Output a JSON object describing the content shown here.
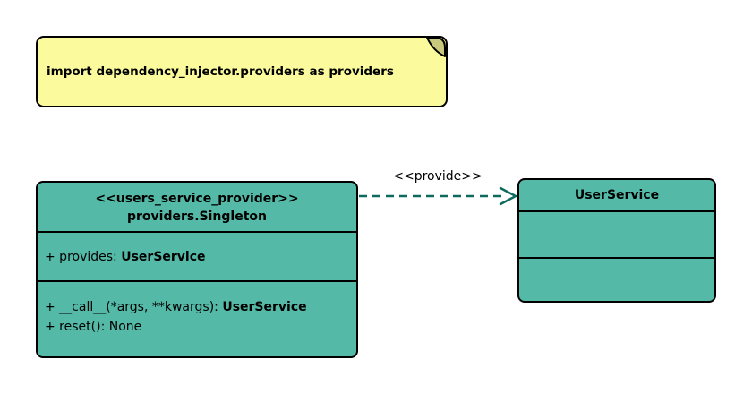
{
  "diagram": {
    "note": {
      "text": "import dependency_injector.providers as providers"
    },
    "provider_class": {
      "stereotype": "<<users_service_provider>>",
      "name": "providers.Singleton",
      "attributes": [
        {
          "text": "+ provides: ",
          "emphasis": "UserService"
        }
      ],
      "methods": [
        {
          "text": "+ __call__(*args, **kwargs): ",
          "emphasis": "UserService"
        },
        {
          "text": "+ reset(): None",
          "emphasis": ""
        }
      ]
    },
    "service_class": {
      "name": "UserService"
    },
    "relation": {
      "label": "<<provide>>"
    }
  },
  "colors": {
    "class_fill": "#54B9A6",
    "note_fill": "#FBFB9E",
    "note_fold": "#C9C97E",
    "border": "#000000",
    "arrow": "#0D6A5C",
    "background": "#FFFFFF"
  }
}
